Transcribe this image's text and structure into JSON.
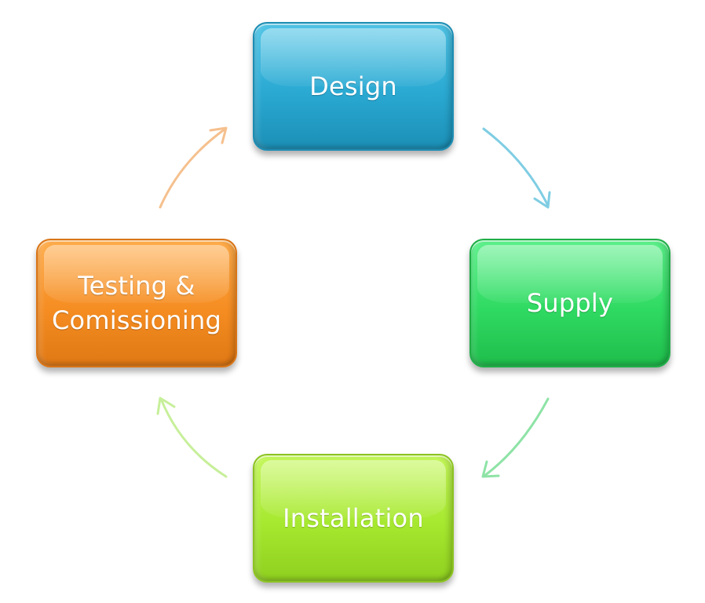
{
  "diagram": {
    "type": "cycle",
    "nodes": [
      {
        "id": "design",
        "label": "Design",
        "color": "#2aa9d2"
      },
      {
        "id": "supply",
        "label": "Supply",
        "color": "#2fda62"
      },
      {
        "id": "installation",
        "label": "Installation",
        "color": "#a6e82f"
      },
      {
        "id": "testing",
        "label": "Testing & Comissioning",
        "label_lines": [
          "Testing &",
          "Comissioning"
        ],
        "color": "#f58d22"
      }
    ],
    "edges": [
      {
        "from": "design",
        "to": "supply",
        "color": "#7fcde3"
      },
      {
        "from": "supply",
        "to": "installation",
        "color": "#8ee3a6"
      },
      {
        "from": "installation",
        "to": "testing",
        "color": "#c7ef9a"
      },
      {
        "from": "testing",
        "to": "design",
        "color": "#f5c08e"
      }
    ]
  }
}
